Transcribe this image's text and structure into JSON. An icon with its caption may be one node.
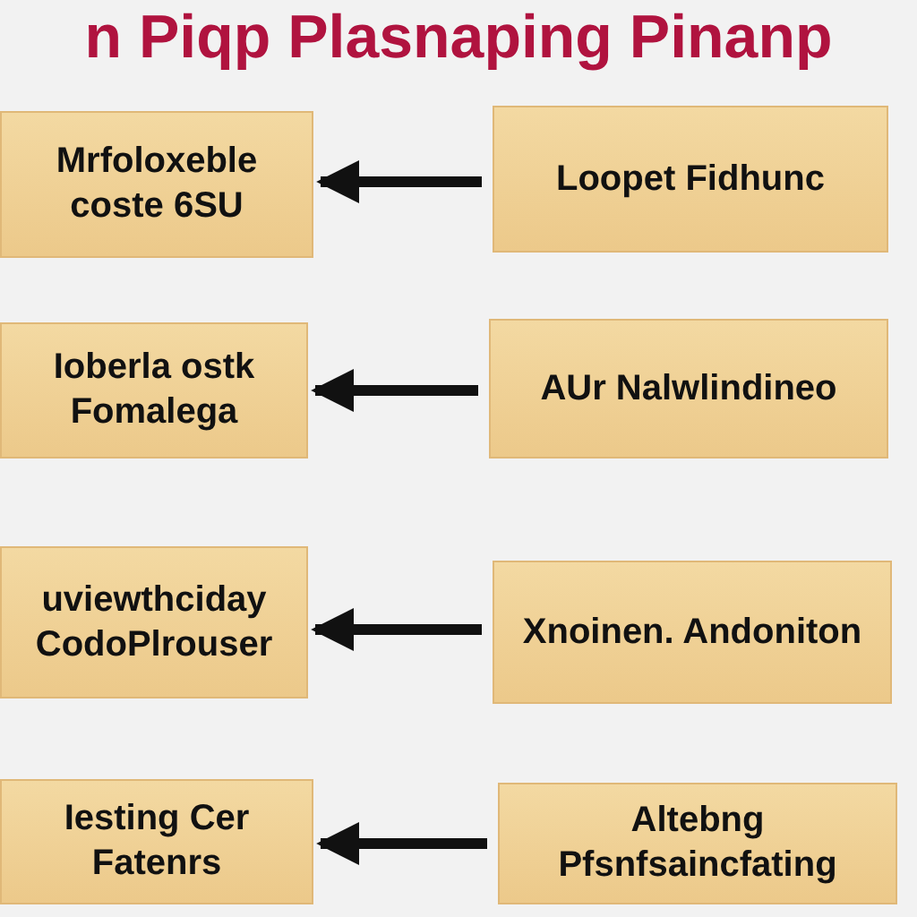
{
  "diagram": {
    "title": "n Piqp Plasnaping Pinanp",
    "nodes": [
      {
        "text": [
          "Mrfoloxeble coste 6SU"
        ]
      },
      {
        "text": [
          "Loopet Fidhunc"
        ]
      },
      {
        "text": [
          "Ioberla ostk Fomalega"
        ]
      },
      {
        "text": [
          "AUr Nalwlindineo"
        ]
      },
      {
        "text": [
          "uviewthciday CodoPlrouser"
        ]
      },
      {
        "text": [
          "Xnoinen. Andoniton"
        ]
      },
      {
        "text": [
          "Iesting Cer Fatenrs"
        ]
      },
      {
        "text": [
          "Altebng Pfsnfsaincfating"
        ]
      }
    ],
    "edges": [
      {
        "from": 1,
        "to": 0,
        "arrow": "to"
      },
      {
        "from": 3,
        "to": 2,
        "arrow": "to"
      },
      {
        "from": 5,
        "to": 4,
        "arrow": "to"
      },
      {
        "from": 7,
        "to": 6,
        "arrow": "to"
      }
    ]
  }
}
